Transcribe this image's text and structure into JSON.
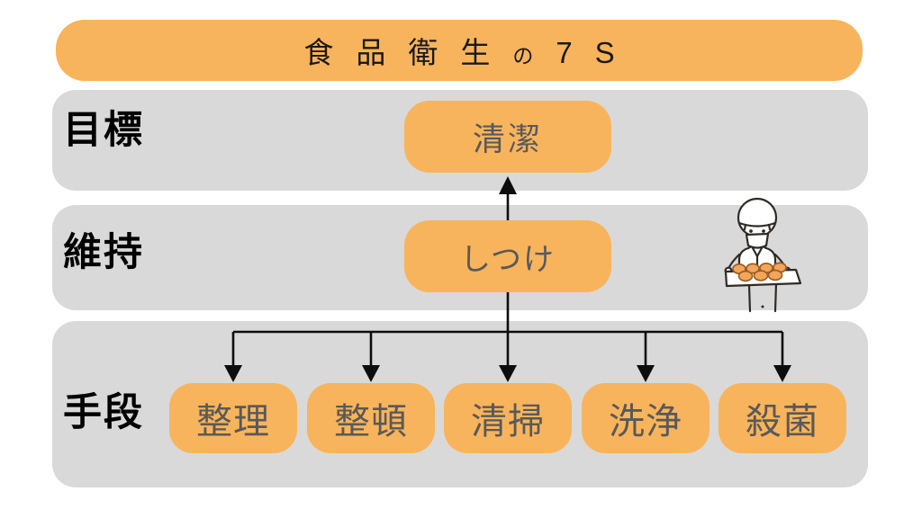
{
  "title": {
    "kanji": "食品衛生",
    "particle": "の",
    "suffix": "7S"
  },
  "colors": {
    "orange": "#F8B45C",
    "band": "#D9D9D9",
    "boxtext": "#595959",
    "label": "#000000",
    "title": "#1A1A1A",
    "arrow": "#0D0D0D",
    "outline": "#2F2A26",
    "bunfill": "#F2A65A",
    "bunstroke": "#9C5B24"
  },
  "rows": [
    {
      "label": "目標",
      "boxes": [
        {
          "text": "清潔"
        }
      ]
    },
    {
      "label": "維持",
      "boxes": [
        {
          "text": "しつけ"
        }
      ]
    },
    {
      "label": "手段",
      "boxes": [
        {
          "text": "整理"
        },
        {
          "text": "整頓"
        },
        {
          "text": "清掃"
        },
        {
          "text": "洗浄"
        },
        {
          "text": "殺菌"
        }
      ]
    }
  ],
  "illustration": {
    "name": "baker-holding-bread-tray"
  }
}
